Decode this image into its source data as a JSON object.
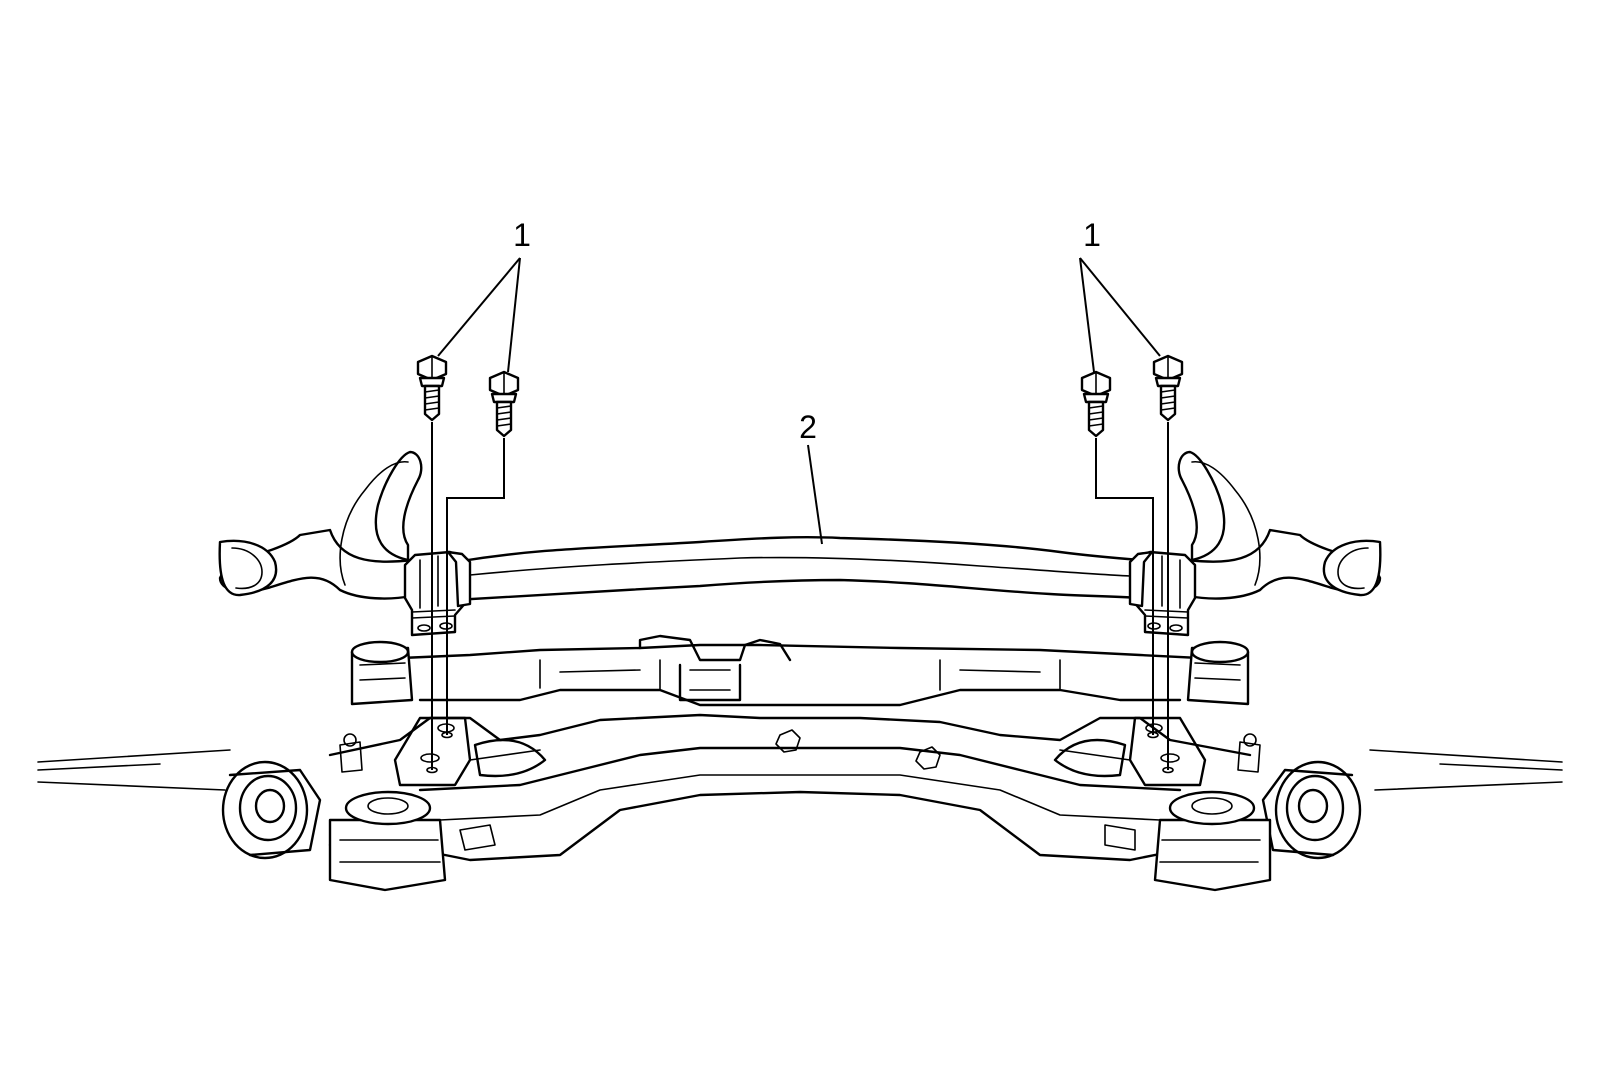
{
  "callouts": {
    "bolts_left": "1",
    "bolts_right": "1",
    "stabilizer_shaft": "2"
  }
}
